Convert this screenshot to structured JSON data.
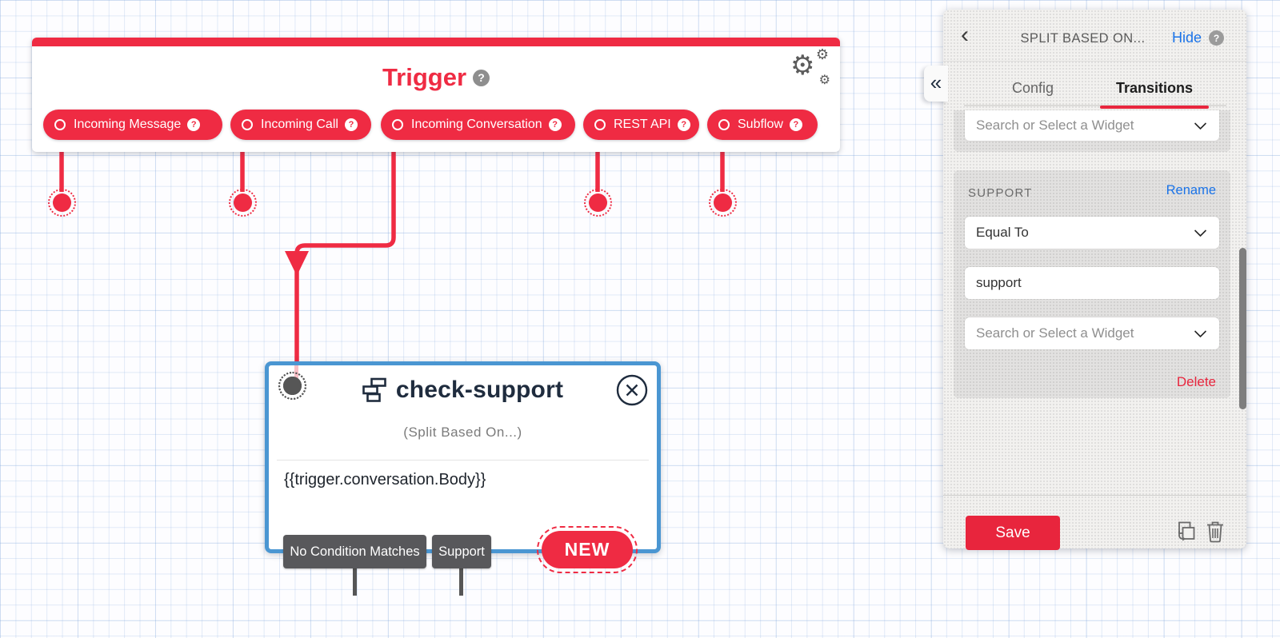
{
  "trigger_card": {
    "title": "Trigger",
    "help_glyph": "?",
    "gear_glyph": "⚙",
    "pills": [
      {
        "label": "Incoming Message"
      },
      {
        "label": "Incoming Call"
      },
      {
        "label": "Incoming Conversation"
      },
      {
        "label": "REST API"
      },
      {
        "label": "Subflow"
      }
    ]
  },
  "split_widget": {
    "name": "check-support",
    "type_label": "(Split Based On...)",
    "test_expression": "{{trigger.conversation.Body}}",
    "transitions": [
      {
        "label": "No Condition Matches"
      },
      {
        "label": "Support"
      }
    ],
    "new_transition_label": "NEW"
  },
  "panel": {
    "collapse_glyph": "«",
    "back_glyph": "‹",
    "title": "SPLIT BASED ON...",
    "hide_label": "Hide",
    "help_glyph": "?",
    "tabs": [
      {
        "label": "Config"
      },
      {
        "label": "Transitions"
      }
    ],
    "active_tab": "Transitions",
    "transition_from": {
      "placeholder": "Search or Select a Widget"
    },
    "condition": {
      "name": "SUPPORT",
      "rename_label": "Rename",
      "operator": "Equal To",
      "value": "support",
      "next_widget_placeholder": "Search or Select a Widget",
      "delete_label": "Delete"
    },
    "footer": {
      "save_label": "Save"
    }
  },
  "colors": {
    "red": "#ef2b43",
    "save_red": "#e8253d",
    "link_blue": "#1a73e8",
    "widget_selected_border": "#4a96d2",
    "navy_text": "#1f2c3e",
    "transition_gray": "#58585b",
    "panel_bg": "#f2f1ef"
  }
}
